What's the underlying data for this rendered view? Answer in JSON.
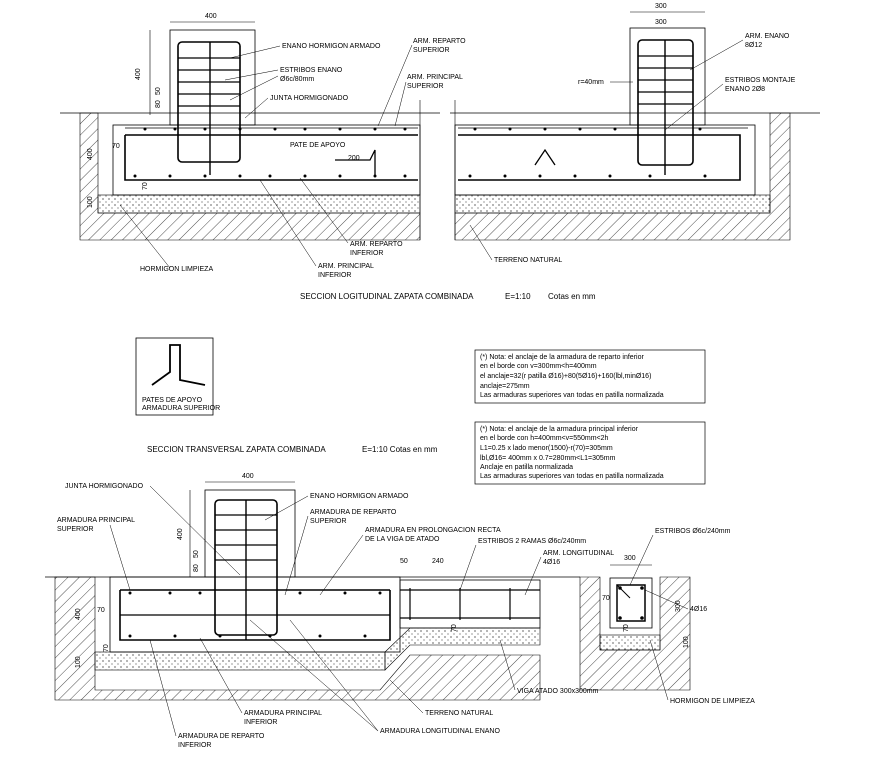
{
  "top_section": {
    "title": "SECCION LOGITUDINAL ZAPATA COMBINADA",
    "scale": "E=1:10",
    "units": "Cotas en mm",
    "labels": {
      "enano_hormigon": "ENANO HORMIGON ARMADO",
      "estribos_enano_1": "ESTRIBOS ENANO",
      "estribos_enano_2": "Ø6c/80mm",
      "junta": "JUNTA HORMIGONADO",
      "reparto_sup_1": "ARM. REPARTO",
      "reparto_sup_2": "SUPERIOR",
      "principal_sup_1": "ARM. PRINCIPAL",
      "principal_sup_2": "SUPERIOR",
      "pate": "PATE DE APOYO",
      "reparto_inf_1": "ARM. REPARTO",
      "reparto_inf_2": "INFERIOR",
      "principal_inf_1": "ARM. PRINCIPAL",
      "principal_inf_2": "INFERIOR",
      "hormigon_limpieza": "HORMIGON LIMPIEZA",
      "terreno": "TERRENO NATURAL",
      "arm_enano_1": "ARM. ENANO",
      "arm_enano_2": "8Ø12",
      "estribos_montaje_1": "ESTRIBOS MONTAJE",
      "estribos_montaje_2": "ENANO 2Ø8",
      "recub": "r=40mm"
    },
    "dims": {
      "w400": "400",
      "h400": "400",
      "d80": "80",
      "d50": "50",
      "d70a": "70",
      "d70b": "70",
      "d400": "400",
      "d100": "100",
      "d200": "200",
      "w300a": "300",
      "w300b": "300"
    }
  },
  "pates": {
    "line1": "PATES DE APOYO",
    "line2": "ARMADURA SUPERIOR"
  },
  "notes": [
    {
      "lines": [
        "(*) Nota: el anclaje de la armadura de reparto inferior",
        "en el borde con v=300mm<h=400mm",
        "el anclaje=32(r patilla Ø16)+80(5Ø16)+160(lbl,minØ16)",
        "anclaje=275mm",
        "Las armaduras superiores van todas en patilla normalizada"
      ]
    },
    {
      "lines": [
        "(*) Nota: el anclaje de la armadura principal inferior",
        "en el borde con h=400mm<v=550mm<2h",
        "L1=0.25 x lado menor(1500)-r(70)=305mm",
        "lbl,Ø16= 400mm x 0.7=280mm<L1=305mm",
        "Anclaje en patilla normalizada",
        "Las armaduras superiores van todas en patilla normalizada"
      ]
    }
  ],
  "bottom_section": {
    "title": "SECCION TRANSVERSAL ZAPATA COMBINADA",
    "scale": "E=1:10 Cotas en mm",
    "labels": {
      "junta": "JUNTA HORMIGONADO",
      "principal_sup_1": "ARMADURA PRINCIPAL",
      "principal_sup_2": "SUPERIOR",
      "enano": "ENANO HORMIGON ARMADO",
      "reparto_sup_1": "ARMADURA DE REPARTO",
      "reparto_sup_2": "SUPERIOR",
      "prolong_1": "ARMADURA EN PROLONGACION RECTA",
      "prolong_2": "DE LA VIGA DE ATADO",
      "estribos2": "ESTRIBOS 2 RAMAS Ø6c/240mm",
      "long_1": "ARM. LONGITUDINAL",
      "long_2": "4Ø16",
      "estribos_viga": "ESTRIBOS Ø6c/240mm",
      "viga": "VIGA ATADO 300x300mm",
      "terreno": "TERRENO NATURAL",
      "principal_inf_1": "ARMADURA PRINCIPAL",
      "principal_inf_2": "INFERIOR",
      "reparto_inf_1": "ARMADURA DE REPARTO",
      "reparto_inf_2": "INFERIOR",
      "long_enano": "ARMADURA LONGITUDINAL ENANO",
      "hormigon_limpieza": "HORMIGON DE LIMPIEZA",
      "d4016": "4Ø16"
    },
    "dims": {
      "w400": "400",
      "h400": "400",
      "d80": "80",
      "d50": "50",
      "d400": "400",
      "d70a": "70",
      "d70b": "70",
      "d100": "100",
      "d50b": "50",
      "d240": "240",
      "d70c": "70",
      "w300": "300",
      "h300": "300",
      "d70d": "70",
      "d70e": "70",
      "d100b": "100"
    }
  }
}
